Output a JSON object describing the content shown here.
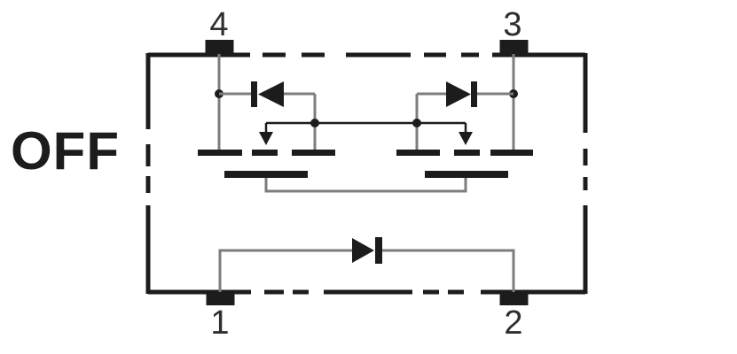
{
  "colors": {
    "ink": "#1c1c1c",
    "wire": "#7d7d7d",
    "label": "#2e2e2e",
    "background": "#ffffff"
  },
  "diagram": {
    "state_label": "OFF",
    "pins": [
      {
        "number": "4",
        "position": "top-left"
      },
      {
        "number": "3",
        "position": "top-right"
      },
      {
        "number": "1",
        "position": "bottom-left"
      },
      {
        "number": "2",
        "position": "bottom-right"
      }
    ],
    "components": {
      "package_outline": "dashed-rectangle",
      "body_diode_left": "diode-pointing-left",
      "body_diode_right": "diode-pointing-right",
      "input_led": "diode-pointing-right",
      "mosfet_left": "n-channel-mosfet",
      "mosfet_right": "n-channel-mosfet"
    }
  }
}
